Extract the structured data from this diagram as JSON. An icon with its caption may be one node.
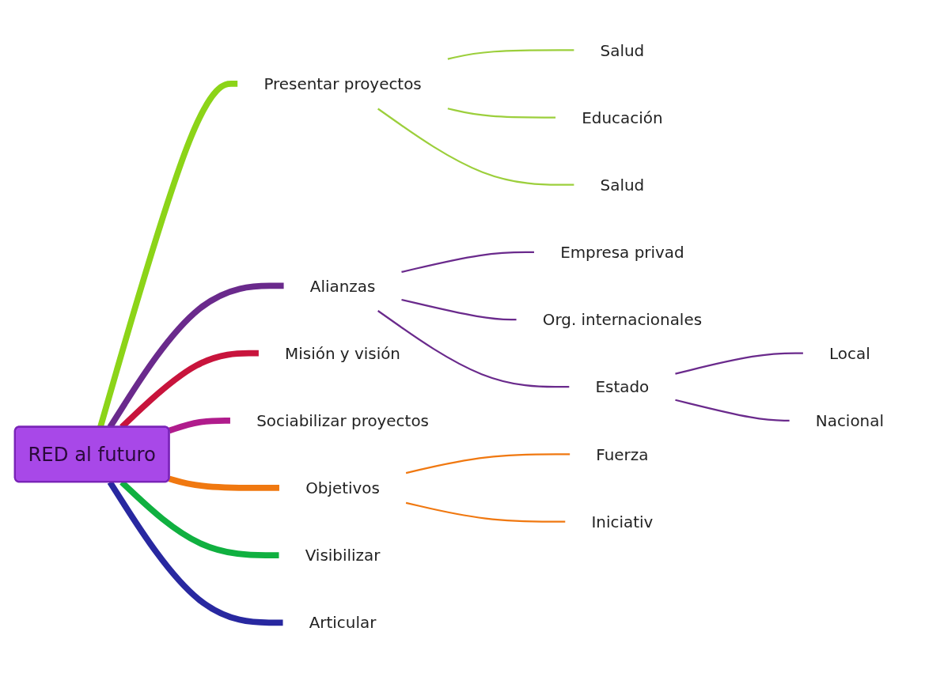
{
  "diagram": {
    "nodes": [
      {
        "text": [
          "RED al futuro"
        ]
      },
      {
        "text": [
          "Presentar proyectos"
        ]
      },
      {
        "text": [
          "Salud"
        ]
      },
      {
        "text": [
          "Educación"
        ]
      },
      {
        "text": [
          "Salud"
        ]
      },
      {
        "text": [
          "Alianzas"
        ]
      },
      {
        "text": [
          "Empresa privad"
        ]
      },
      {
        "text": [
          "Org. internacionales"
        ]
      },
      {
        "text": [
          "Estado"
        ]
      },
      {
        "text": [
          "Local"
        ]
      },
      {
        "text": [
          "Nacional"
        ]
      },
      {
        "text": [
          "Misión y visión"
        ]
      },
      {
        "text": [
          "Sociabilizar proyectos"
        ]
      },
      {
        "text": [
          "Objetivos"
        ]
      },
      {
        "text": [
          "Fuerza"
        ]
      },
      {
        "text": [
          "Iniciativ"
        ]
      },
      {
        "text": [
          "Visibilizar"
        ]
      },
      {
        "text": [
          "Articular"
        ]
      }
    ],
    "edges": [
      {
        "from": 0,
        "to": 1,
        "arrow": "none",
        "style": "thick",
        "color": "#8cd418"
      },
      {
        "from": 1,
        "to": 2,
        "arrow": "none",
        "color": "#9ccf3c"
      },
      {
        "from": 1,
        "to": 3,
        "arrow": "none",
        "color": "#9ccf3c"
      },
      {
        "from": 1,
        "to": 4,
        "arrow": "none",
        "color": "#9ccf3c"
      },
      {
        "from": 0,
        "to": 5,
        "arrow": "none",
        "style": "thick",
        "color": "#6a2a8c"
      },
      {
        "from": 5,
        "to": 6,
        "arrow": "none",
        "color": "#6a2a8c"
      },
      {
        "from": 5,
        "to": 7,
        "arrow": "none",
        "color": "#6a2a8c"
      },
      {
        "from": 5,
        "to": 8,
        "arrow": "none",
        "color": "#6a2a8c"
      },
      {
        "from": 8,
        "to": 9,
        "arrow": "none",
        "color": "#6a2a8c"
      },
      {
        "from": 8,
        "to": 10,
        "arrow": "none",
        "color": "#6a2a8c"
      },
      {
        "from": 0,
        "to": 11,
        "arrow": "none",
        "style": "thick",
        "color": "#c8143c"
      },
      {
        "from": 0,
        "to": 12,
        "arrow": "none",
        "style": "thick",
        "color": "#b01c8c"
      },
      {
        "from": 0,
        "to": 13,
        "arrow": "none",
        "style": "thick",
        "color": "#f07810"
      },
      {
        "from": 13,
        "to": 14,
        "arrow": "none",
        "color": "#f07810"
      },
      {
        "from": 13,
        "to": 15,
        "arrow": "none",
        "color": "#f07810"
      },
      {
        "from": 0,
        "to": 16,
        "arrow": "none",
        "style": "thick",
        "color": "#10b040"
      },
      {
        "from": 0,
        "to": 17,
        "arrow": "none",
        "style": "thick",
        "color": "#2828a0"
      }
    ]
  }
}
